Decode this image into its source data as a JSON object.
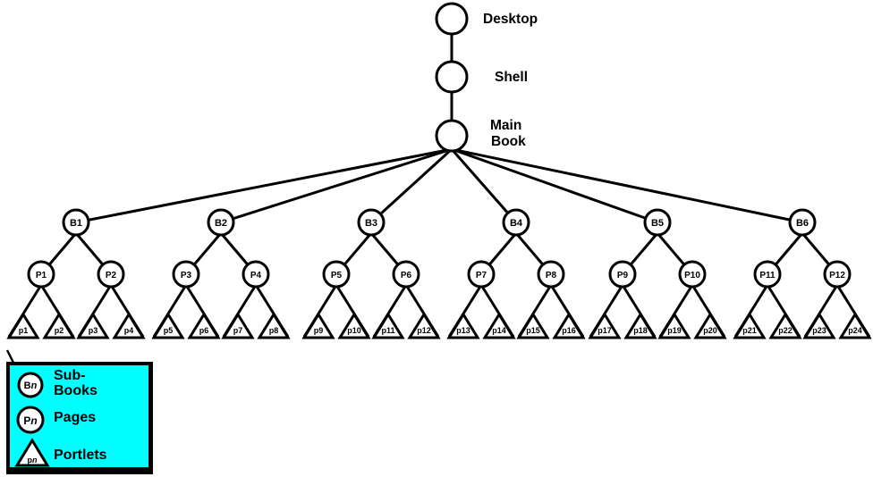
{
  "diagram": {
    "root_nodes": {
      "desktop_label": "Desktop",
      "shell_label": "Shell",
      "main_book_label_line1": "Main",
      "main_book_label_line2": "Book"
    },
    "books": [
      "B1",
      "B2",
      "B3",
      "B4",
      "B5",
      "B6"
    ],
    "pages": [
      "P1",
      "P2",
      "P3",
      "P4",
      "P5",
      "P6",
      "P7",
      "P8",
      "P9",
      "P10",
      "P11",
      "P12"
    ],
    "portlets": [
      "p1",
      "p2",
      "p3",
      "p4",
      "p5",
      "p6",
      "p7",
      "p8",
      "p9",
      "p10",
      "p11",
      "p12",
      "p13",
      "p14",
      "p15",
      "p16",
      "p17",
      "p18",
      "p19",
      "p20",
      "p21",
      "p22",
      "p23",
      "p24"
    ]
  },
  "legend": {
    "background_color": "#00FFFF",
    "border_color": "#000000",
    "items": [
      {
        "symbol": "circle",
        "symbol_prefix": "B",
        "symbol_italic": "n",
        "label_line1": "Sub-",
        "label_line2": "Books"
      },
      {
        "symbol": "circle",
        "symbol_prefix": "P",
        "symbol_italic": "n",
        "label_line1": "Pages",
        "label_line2": ""
      },
      {
        "symbol": "triangle",
        "symbol_prefix": "p",
        "symbol_italic": "n",
        "label_line1": "Portlets",
        "label_line2": ""
      }
    ]
  },
  "colors": {
    "stroke": "#000000",
    "node_fill": "#FFFFFF",
    "background": "#FFFFFF"
  }
}
